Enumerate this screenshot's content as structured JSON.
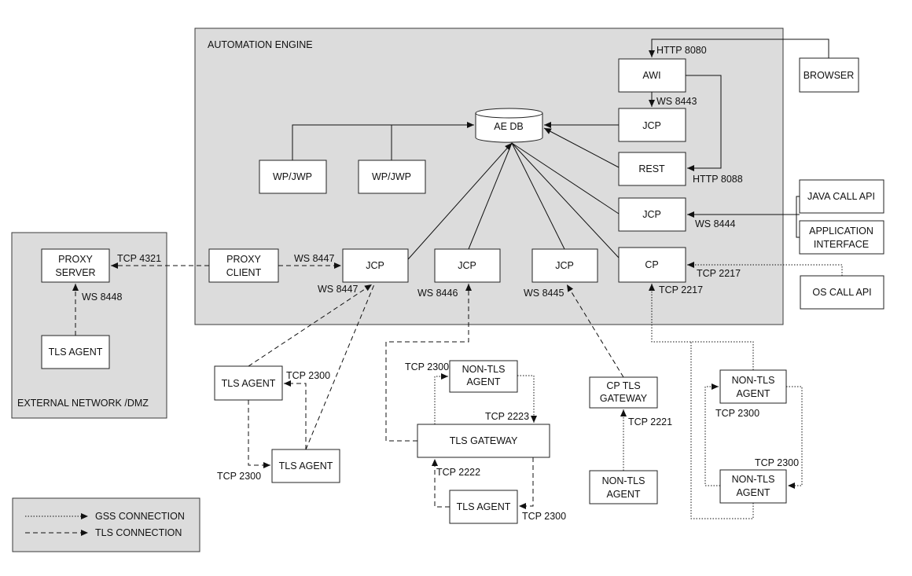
{
  "zones": {
    "automation_engine": "AUTOMATION ENGINE",
    "external_network": "EXTERNAL NETWORK /DMZ"
  },
  "nodes": {
    "ae_db": "AE DB",
    "awi": "AWI",
    "jcp_top": "JCP",
    "rest": "REST",
    "jcp_mid": "JCP",
    "cp": "CP",
    "wp1": "WP/JWP",
    "wp2": "WP/JWP",
    "jcp_a": "JCP",
    "jcp_b": "JCP",
    "jcp_c": "JCP",
    "browser": "BROWSER",
    "java_call_api": "JAVA CALL API",
    "app_interface": [
      "APPLICATION",
      "INTERFACE"
    ],
    "os_call_api": "OS CALL API",
    "proxy_server": [
      "PROXY",
      "SERVER"
    ],
    "proxy_client": [
      "PROXY",
      "CLIENT"
    ],
    "tls_agent_dmz": "TLS AGENT",
    "tls_agent_1": "TLS AGENT",
    "tls_agent_2": "TLS AGENT",
    "non_tls_agent_1": [
      "NON-TLS",
      "AGENT"
    ],
    "tls_gateway": "TLS GATEWAY",
    "tls_agent_3": "TLS AGENT",
    "cp_tls_gateway": [
      "CP TLS",
      "GATEWAY"
    ],
    "non_tls_agent_2": [
      "NON-TLS",
      "AGENT"
    ],
    "non_tls_agent_3": [
      "NON-TLS",
      "AGENT"
    ],
    "non_tls_agent_4": [
      "NON-TLS",
      "AGENT"
    ]
  },
  "ports": {
    "http_8080": "HTTP 8080",
    "ws_8443": "WS 8443",
    "http_8088": "HTTP 8088",
    "ws_8444": "WS 8444",
    "tcp_2217_a": "TCP 2217",
    "tcp_2217_b": "TCP 2217",
    "tcp_4321": "TCP 4321",
    "ws_8447_a": "WS 8447",
    "ws_8447_b": "WS 8447",
    "ws_8446": "WS 8446",
    "ws_8445": "WS 8445",
    "ws_8448": "WS 8448",
    "tcp_2300_a": "TCP 2300",
    "tcp_2300_b": "TCP 2300",
    "tcp_2300_c": "TCP 2300",
    "tcp_2223": "TCP 2223",
    "tcp_2222": "TCP 2222",
    "tcp_2300_d": "TCP 2300",
    "tcp_2221": "TCP 2221",
    "tcp_2300_e": "TCP 2300",
    "tcp_2300_f": "TCP 2300"
  },
  "legend": {
    "gss": "GSS CONNECTION",
    "tls": "TLS CONNECTION"
  }
}
